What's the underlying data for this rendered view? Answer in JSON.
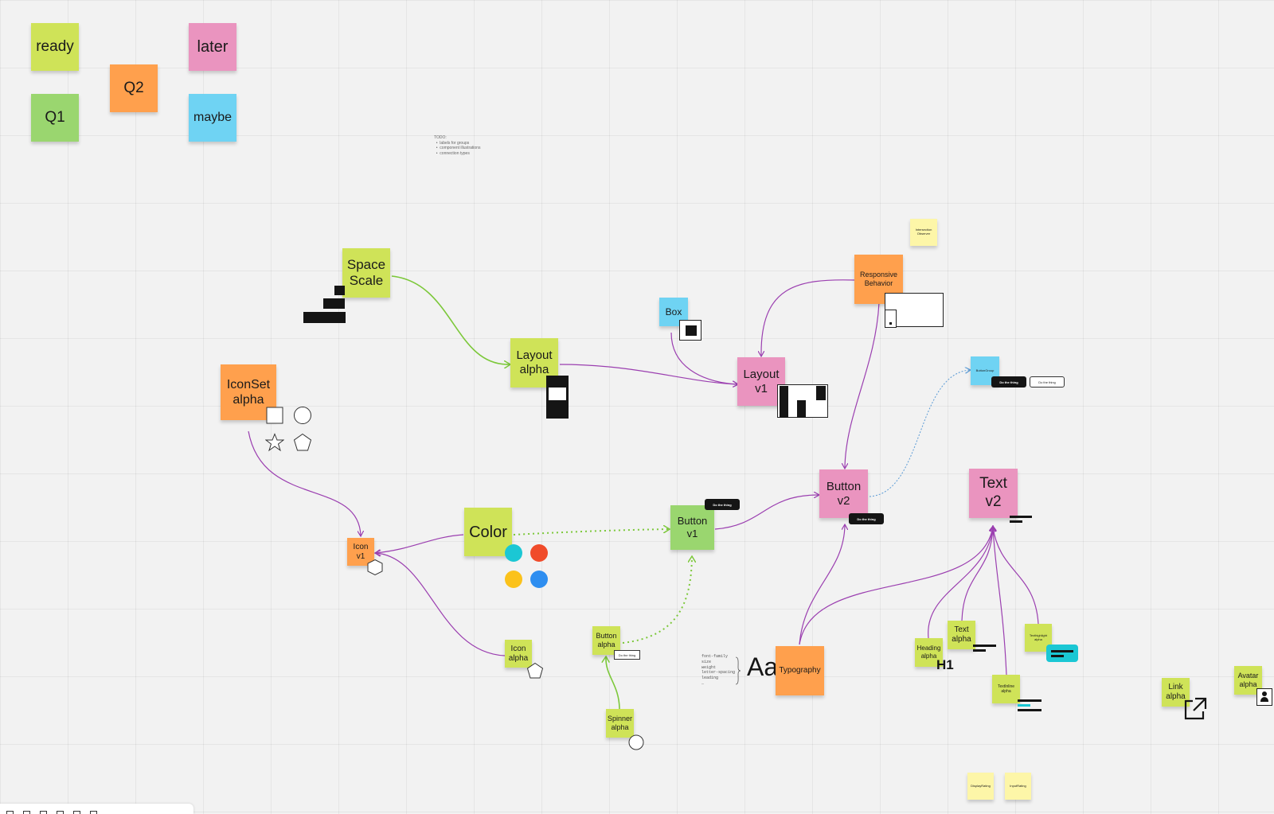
{
  "stickies": {
    "ready": "ready",
    "q1": "Q1",
    "q2": "Q2",
    "later": "later",
    "maybe": "maybe",
    "space_scale": "Space\nScale",
    "iconset_alpha": "IconSet\nalpha",
    "layout_alpha": "Layout\nalpha",
    "box": "Box",
    "layout_v1": "Layout\nv1",
    "responsive_behavior": "Responsive\nBehavior",
    "intersection_observer": "Intersection\nObserver",
    "buttongroup": "ButtonGroup",
    "color": "Color",
    "icon_v1": "Icon\nv1",
    "icon_alpha": "Icon\nalpha",
    "button_v1": "Button\nv1",
    "button_v2": "Button\nv2",
    "text_v2": "Text\nv2",
    "button_alpha": "Button\nalpha",
    "spinner_alpha": "Spinner\nalpha",
    "typography": "Typography",
    "heading_alpha": "Heading\nalpha",
    "text_alpha": "Text\nalpha",
    "texthighlight_alpha": "Texthighlight\nalpha",
    "textinline_alpha": "TextInline\nalpha",
    "link_alpha": "Link\nalpha",
    "avatar_alpha": "Avatar\nalpha",
    "displayrating": "DisplayRating",
    "inputrating": "InputRating"
  },
  "todo_note": "TODO:\n  •  labels for groups\n  •  component illustrations\n  •  connection types",
  "button_demo": {
    "do_the_thing": "Do the thing"
  },
  "typography_props": "font-family\nsize\nweight\nletter-spacing\nleading\n…",
  "typography_sample": "Aa",
  "heading_sample": "H1",
  "colors": {
    "lime": "#cfe358",
    "green": "#9ad66f",
    "orange": "#ffa04d",
    "pink": "#ea94bf",
    "cyan": "#6fd3f3",
    "light_yellow": "#fdf6a8",
    "connector_purple": "#9b3fb0",
    "connector_green": "#7cc83a",
    "connector_blue": "#5b9bd5",
    "swatch_teal": "#1bc7d4",
    "swatch_red": "#f04b2a",
    "swatch_yellow": "#fbc21b",
    "swatch_blue": "#2e8ef0"
  },
  "icons": [
    "square-icon",
    "circle-icon",
    "star-icon",
    "pentagon-icon",
    "hexagon-icon",
    "external-link-icon",
    "avatar-icon"
  ]
}
